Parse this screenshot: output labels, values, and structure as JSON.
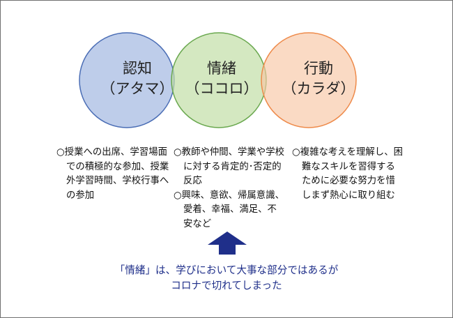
{
  "circles": [
    {
      "title": "認知",
      "subtitle": "（アタマ）",
      "fill": "#b7c8e8",
      "stroke": "#4a6db5"
    },
    {
      "title": "情緒",
      "subtitle": "（ココロ）",
      "fill": "#c2dea6",
      "stroke": "#6aa84f"
    },
    {
      "title": "行動",
      "subtitle": "（カラダ）",
      "fill": "#f8c6a4",
      "stroke": "#ee8a4a"
    }
  ],
  "descriptions": {
    "ninchi": [
      "○授業への出席、学習場面での積極的な参加、授業外学習時間、学校行事への参加"
    ],
    "jocho": [
      "○教師や仲間、学業や学校に対する肯定的･否定的反応",
      "○興味、意欲、帰属意識、愛着、幸福、満足、不安など"
    ],
    "kodo": [
      "○複雑な考えを理解し、困難なスキルを習得するために必要な努力を惜しまず熱心に取り組む"
    ]
  },
  "bottom_note": {
    "line1": "「情緒」は、学びにおいて大事な部分ではあるが",
    "line2": "コロナで切れてしまった"
  },
  "colors": {
    "arrow": "#1f2f8a",
    "note_text": "#1f2f8a"
  }
}
